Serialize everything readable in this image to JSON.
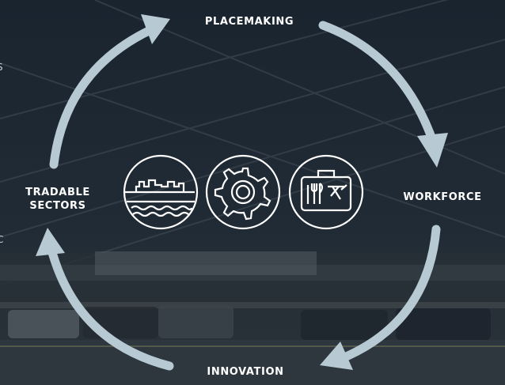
{
  "diagram": {
    "nodes": {
      "placemaking": "PLACEMAKING",
      "workforce": "WORKFORCE",
      "innovation": "INNOVATION",
      "tradable_line1": "TRADABLE",
      "tradable_line2": "SECTORS"
    },
    "edge_fragments": [
      "S",
      "C"
    ],
    "icons": [
      "skyline-waterfront-icon",
      "gear-icon",
      "suitcase-airplane-icon"
    ],
    "colors": {
      "arrow": "#b7c9d2",
      "label": "#ffffff",
      "background": "#1b2530"
    }
  }
}
